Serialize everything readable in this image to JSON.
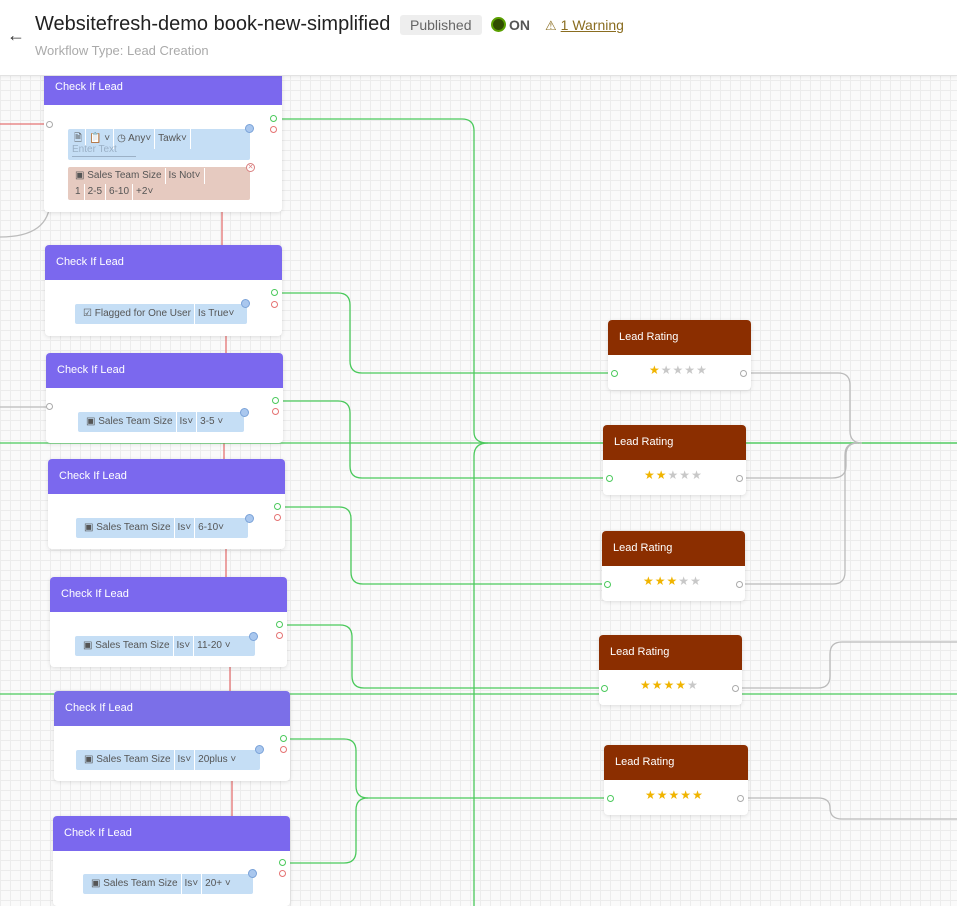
{
  "header": {
    "title": "Websitefresh-demo book-new-simplified",
    "status": "Published",
    "on_label": "ON",
    "warning": "1 Warning",
    "subtitle": "Workflow Type: Lead Creation"
  },
  "colors": {
    "check_if_lead_header": "#7b68ee",
    "lead_rating_header": "#8b2e00",
    "true_link": "#4bc95c",
    "false_link": "#e57373",
    "default_link": "#bbbbbb",
    "star_filled": "#f0b400"
  },
  "icons": {
    "back": "arrow-left-icon",
    "warning": "warning-triangle-icon",
    "filter": "filter-icon",
    "checkbox": "checkbox-icon",
    "clock": "clock-icon",
    "file": "file-icon",
    "clipboard": "clipboard-icon"
  },
  "check_nodes": [
    {
      "title": "Check If Lead",
      "chip_any": "Any",
      "chip_tawk": "Tawk",
      "placeholder": "Enter Text",
      "field": "Sales Team Size",
      "operator": "Is Not",
      "values": [
        "1",
        "2-5",
        "6-10",
        "+2"
      ]
    },
    {
      "title": "Check If Lead",
      "field": "Flagged for One User",
      "operator": "Is True"
    },
    {
      "title": "Check If Lead",
      "field": "Sales Team Size",
      "operator": "Is",
      "value": "3-5"
    },
    {
      "title": "Check If Lead",
      "field": "Sales Team Size",
      "operator": "Is",
      "value": "6-10"
    },
    {
      "title": "Check If Lead",
      "field": "Sales Team Size",
      "operator": "Is",
      "value": "11-20"
    },
    {
      "title": "Check If Lead",
      "field": "Sales Team Size",
      "operator": "Is",
      "value": "20plus"
    },
    {
      "title": "Check If Lead",
      "field": "Sales Team Size",
      "operator": "Is",
      "value": "20+"
    }
  ],
  "rating_nodes": [
    {
      "title": "Lead Rating",
      "rating": 1,
      "max": 5
    },
    {
      "title": "Lead Rating",
      "rating": 2,
      "max": 5
    },
    {
      "title": "Lead Rating",
      "rating": 3,
      "max": 5
    },
    {
      "title": "Lead Rating",
      "rating": 4,
      "max": 5
    },
    {
      "title": "Lead Rating",
      "rating": 5,
      "max": 5
    }
  ]
}
